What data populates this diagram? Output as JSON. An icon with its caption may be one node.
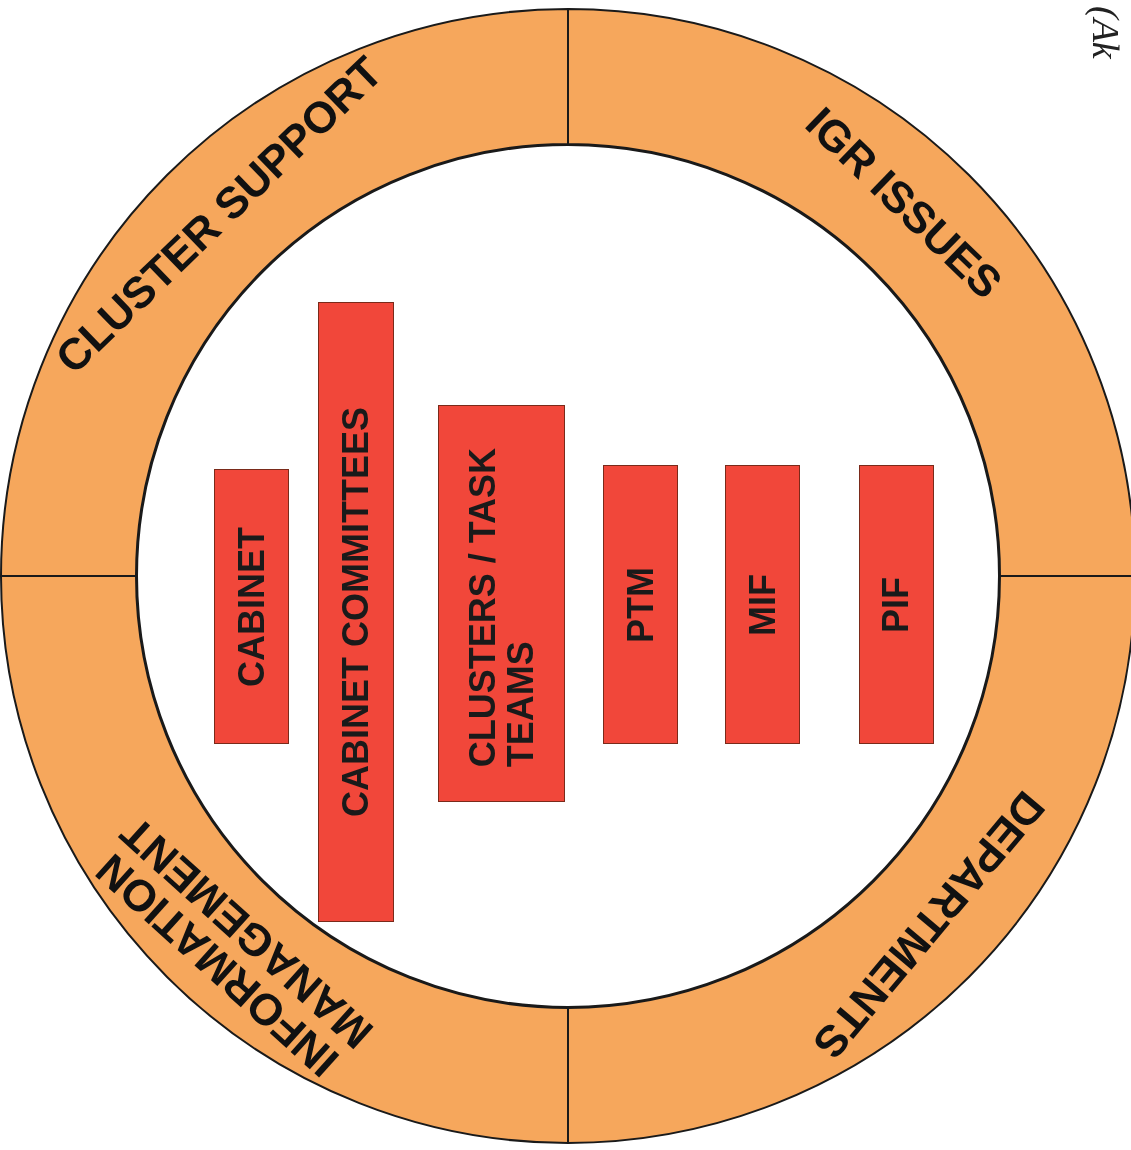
{
  "diagram": {
    "nodes": [
      {
        "text": [
          "CLUSTER SUPPORT"
        ]
      },
      {
        "text": [
          "IGR ISSUES"
        ]
      },
      {
        "text": [
          "DEPARTMENTS"
        ]
      },
      {
        "text": [
          "INFORMATION MANAGEMENT"
        ]
      },
      {
        "text": [],
        "shape": "circle"
      },
      {
        "text": [
          "CABINET"
        ],
        "in": 4
      },
      {
        "text": [
          "CABINET COMMITTEES"
        ],
        "in": 4
      },
      {
        "text": [
          "CLUSTERS / TASK TEAMS"
        ],
        "in": 4
      },
      {
        "text": [
          "PTM"
        ],
        "in": 4
      },
      {
        "text": [
          "MIF"
        ],
        "in": 4
      },
      {
        "text": [
          "PIF"
        ],
        "in": 4
      }
    ],
    "labels": [
      "(Ak"
    ]
  }
}
